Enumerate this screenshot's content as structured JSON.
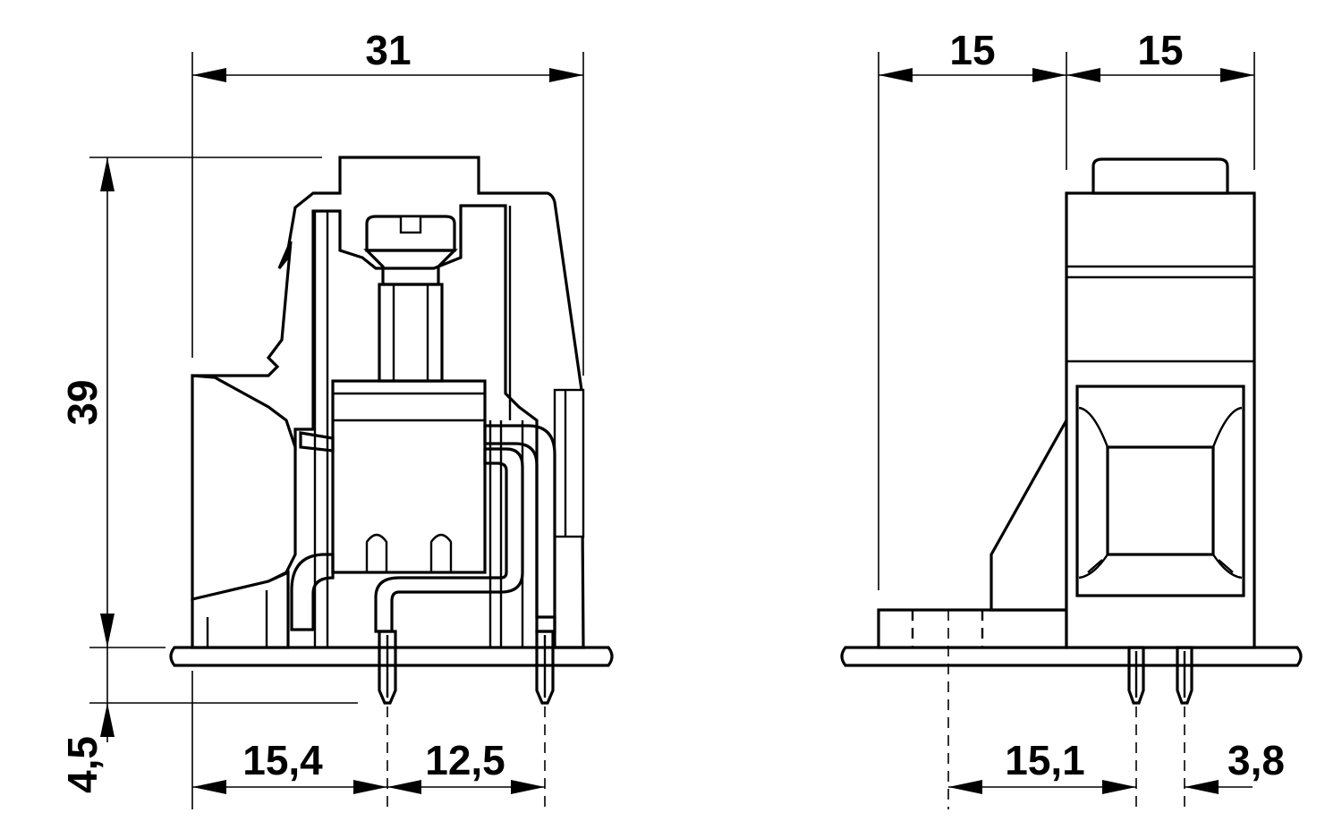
{
  "dimensions": {
    "front_width": "31",
    "front_height": "39",
    "pin_length": "4,5",
    "pin_offset_left": "15,4",
    "pin_spacing": "12,5",
    "side_width_left": "15",
    "side_width_right": "15",
    "side_pin_offset": "15,1",
    "side_pin_spacing": "3,8"
  }
}
